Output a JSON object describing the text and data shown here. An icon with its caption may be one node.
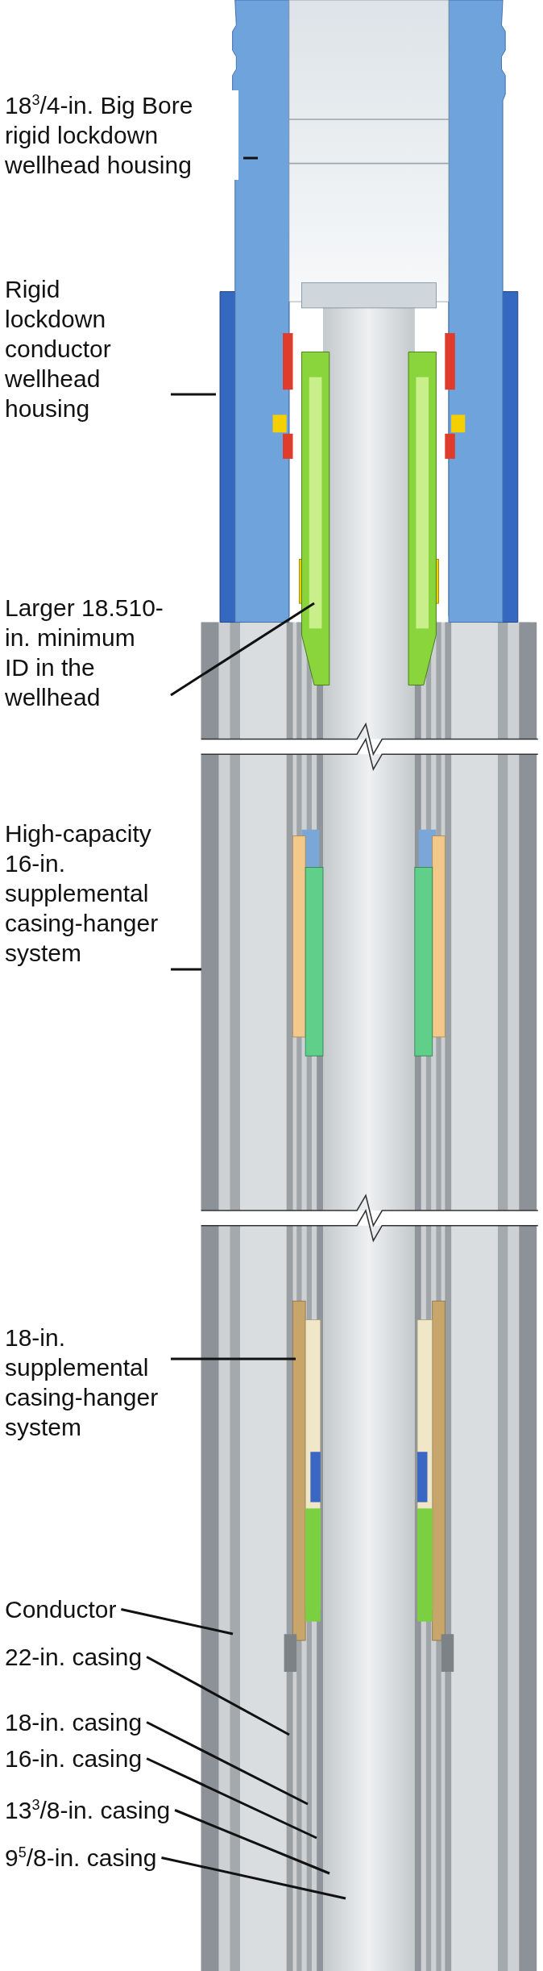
{
  "diagram": {
    "nodes": [
      {
        "text": [
          "18$^{3}$/4-in. Big Bore rigid lockdown wellhead housing"
        ]
      },
      {
        "text": [
          "Rigid lockdown conductor wellhead housing"
        ]
      },
      {
        "text": [
          "Larger 18.510-in. minimum ID in the wellhead"
        ]
      },
      {
        "text": [
          "High-capacity 16-in. supplemental casing-hanger system"
        ]
      },
      {
        "text": [
          "18-in. supplemental casing-hanger system"
        ]
      },
      {
        "text": [
          "Conductor"
        ]
      },
      {
        "text": [
          "22-in. casing"
        ]
      },
      {
        "text": [
          "18-in. casing"
        ]
      },
      {
        "text": [
          "16-in. casing"
        ]
      },
      {
        "text": [
          "13$^{3}$/8-in. casing"
        ]
      },
      {
        "text": [
          "9$^{5}$/8-in. casing"
        ]
      }
    ],
    "edges": [
      {
        "from": 0,
        "to": null,
        "arrow": "none"
      },
      {
        "from": 1,
        "to": null,
        "arrow": "none"
      },
      {
        "from": 2,
        "to": null,
        "arrow": "none"
      },
      {
        "from": 3,
        "to": null,
        "arrow": "none"
      },
      {
        "from": 4,
        "to": null,
        "arrow": "none"
      },
      {
        "from": 5,
        "to": null,
        "arrow": "none"
      },
      {
        "from": 6,
        "to": null,
        "arrow": "none"
      },
      {
        "from": 7,
        "to": null,
        "arrow": "none"
      },
      {
        "from": 8,
        "to": null,
        "arrow": "none"
      },
      {
        "from": 9,
        "to": null,
        "arrow": "none"
      },
      {
        "from": 10,
        "to": null,
        "arrow": "none"
      }
    ]
  }
}
